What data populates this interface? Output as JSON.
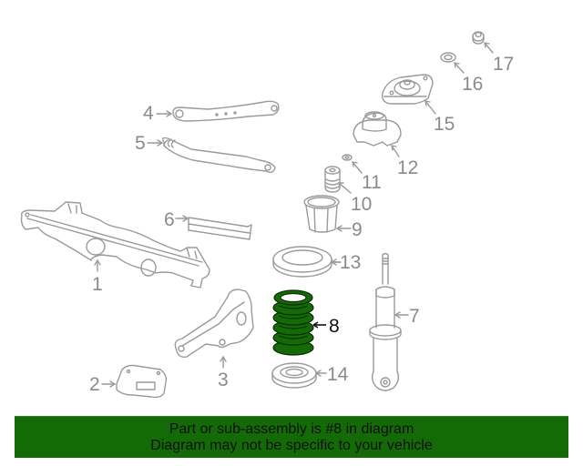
{
  "diagram": {
    "highlighted_part": "8",
    "highlight_color": "#136a06",
    "line_color": "#9a9a9a",
    "callouts": [
      {
        "number": "1",
        "part": "crossmember"
      },
      {
        "number": "2",
        "part": "bracket"
      },
      {
        "number": "3",
        "part": "trailing-arm"
      },
      {
        "number": "4",
        "part": "upper-control-arm"
      },
      {
        "number": "5",
        "part": "lower-control-arm"
      },
      {
        "number": "6",
        "part": "shield"
      },
      {
        "number": "7",
        "part": "shock-absorber"
      },
      {
        "number": "8",
        "part": "coil-spring"
      },
      {
        "number": "9",
        "part": "boot"
      },
      {
        "number": "10",
        "part": "bump-stop"
      },
      {
        "number": "11",
        "part": "washer"
      },
      {
        "number": "12",
        "part": "mount-bushing"
      },
      {
        "number": "13",
        "part": "upper-spring-seat"
      },
      {
        "number": "14",
        "part": "lower-spring-seat"
      },
      {
        "number": "15",
        "part": "strut-mount"
      },
      {
        "number": "16",
        "part": "washer"
      },
      {
        "number": "17",
        "part": "nut"
      }
    ]
  },
  "banner": {
    "line1": "Part or sub-assembly is #8 in diagram",
    "line2": "Diagram may not be specific to your vehicle",
    "background": "#136a06"
  }
}
